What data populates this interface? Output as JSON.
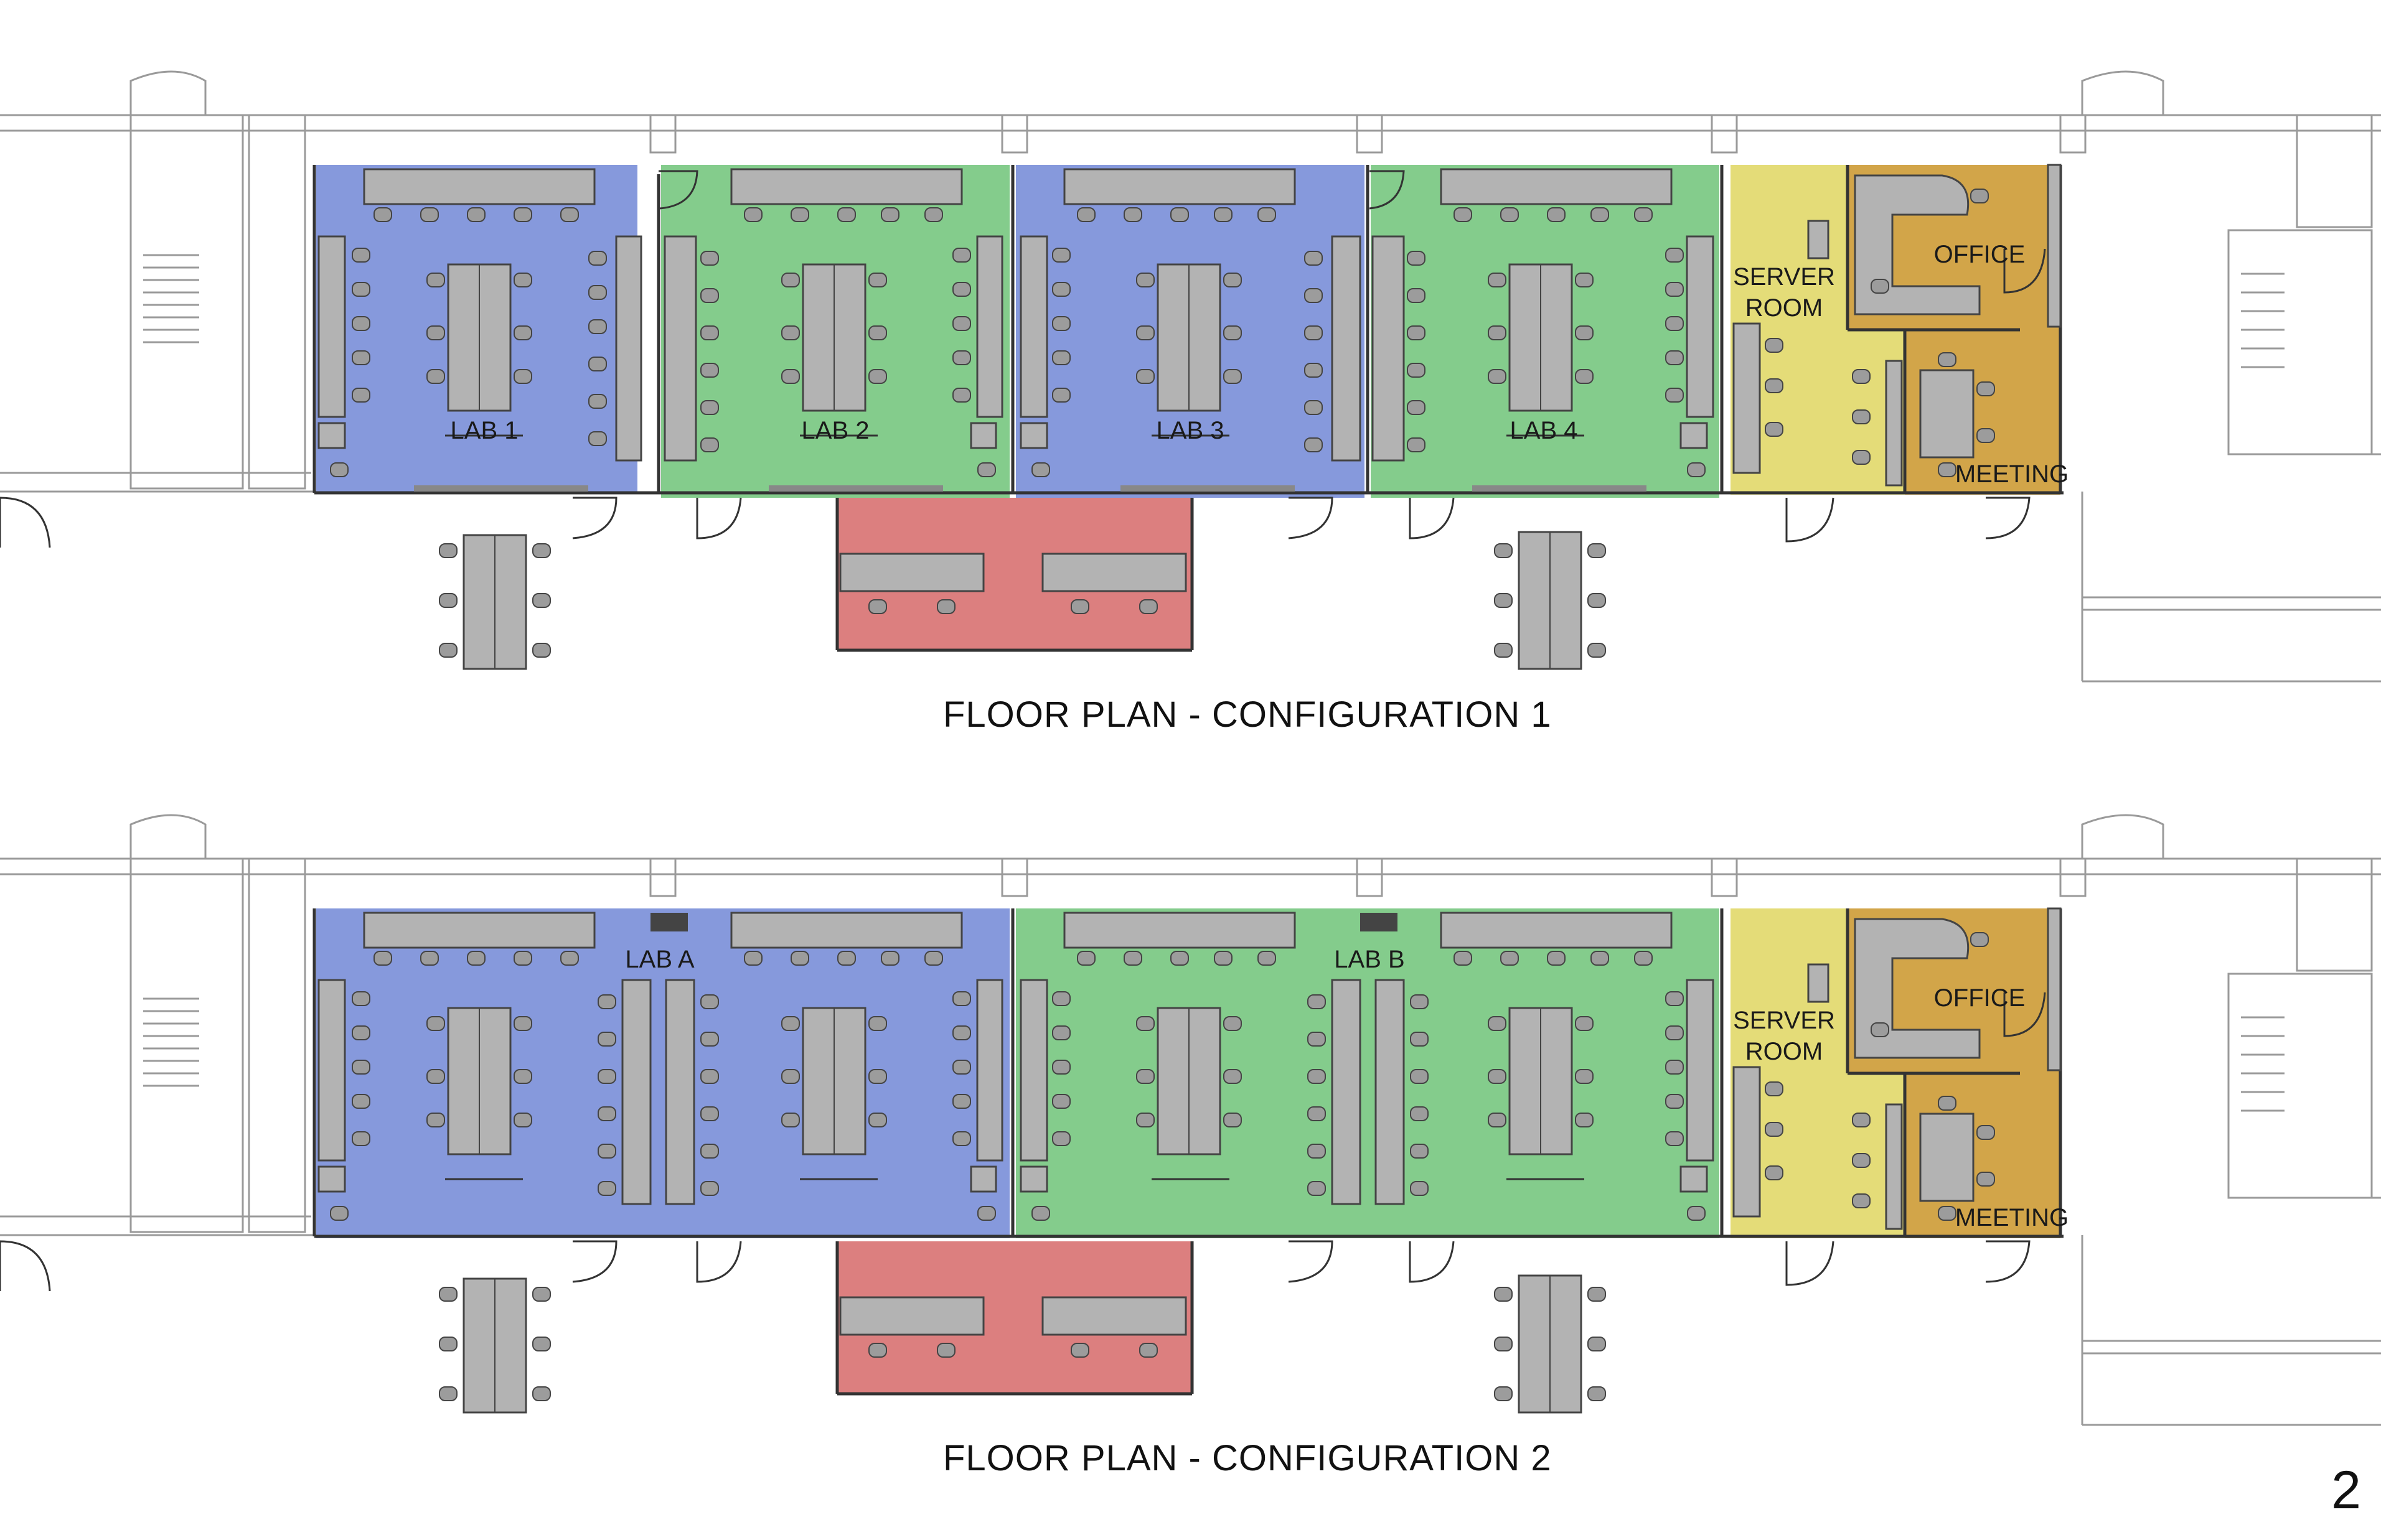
{
  "colors": {
    "lab_blue": "#8699dc",
    "lab_green": "#84cc8c",
    "commons_red": "#dc7f7f",
    "server_yellow": "#e4dc78",
    "office_gold": "#d2a549",
    "furniture_gray": "#b3b3b3",
    "wall_gray": "#555555"
  },
  "plans": [
    {
      "caption": "FLOOR PLAN - CONFIGURATION 1",
      "rooms": [
        {
          "label": "LAB 1",
          "type": "lab",
          "color": "blue"
        },
        {
          "label": "LAB 2",
          "type": "lab",
          "color": "green"
        },
        {
          "label": "LAB 3",
          "type": "lab",
          "color": "blue"
        },
        {
          "label": "LAB 4",
          "type": "lab",
          "color": "green"
        },
        {
          "label_lines": [
            "SERVER",
            "ROOM"
          ],
          "type": "server"
        },
        {
          "label": "OFFICE",
          "type": "office"
        },
        {
          "label": "MEETING",
          "type": "meeting"
        }
      ]
    },
    {
      "caption": "FLOOR PLAN - CONFIGURATION 2",
      "rooms": [
        {
          "label": "LAB A",
          "type": "lab",
          "color": "blue"
        },
        {
          "label": "LAB B",
          "type": "lab",
          "color": "green"
        },
        {
          "label_lines": [
            "SERVER",
            "ROOM"
          ],
          "type": "server"
        },
        {
          "label": "OFFICE",
          "type": "office"
        },
        {
          "label": "MEETING",
          "type": "meeting"
        }
      ]
    }
  ],
  "page_number": "2"
}
